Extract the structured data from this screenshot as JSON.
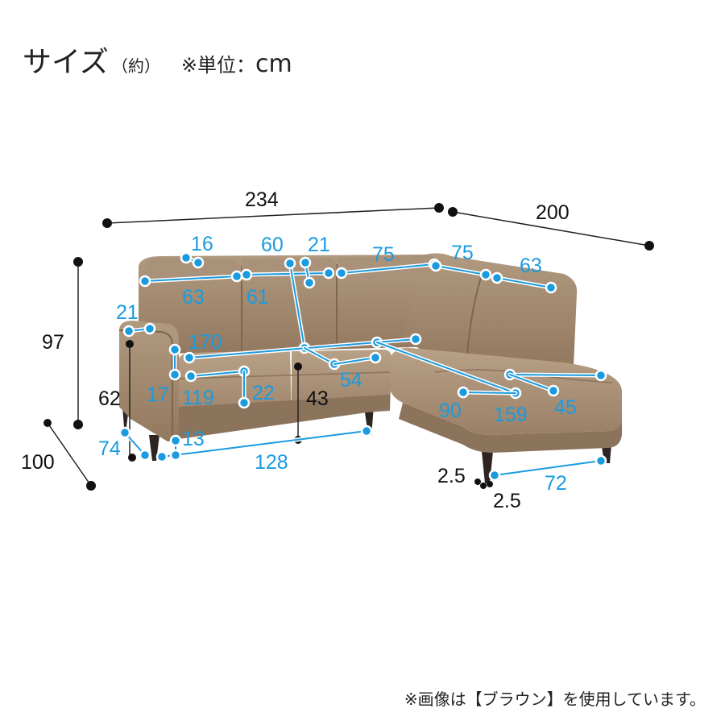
{
  "heading": {
    "title": "サイズ",
    "approx": "（約）",
    "unit_prefix": "※単位：",
    "unit": "cm"
  },
  "footnote": "※画像は【ブラウン】を使用しています。",
  "colors": {
    "dimension_blue": "#1a9be0",
    "dimension_black": "#111111",
    "sofa_fabric": "#a38a70",
    "sofa_shadow": "#7e6650",
    "sofa_leg": "#2e2522"
  },
  "dimensions": {
    "overall_width": "234",
    "overall_side_width": "200",
    "overall_height": "97",
    "overall_depth": "100",
    "headrest_thickness": "16",
    "headrest_width_left": "63",
    "headrest_width_mid": "61",
    "back_height_mid": "60",
    "headrest_gap": "21",
    "back_width_left": "75",
    "back_width_right": "75",
    "headrest_width_right": "63",
    "arm_width": "21",
    "seat_length": "170",
    "arm_height": "17",
    "seat_width": "119",
    "seat_cushion_height": "22",
    "seat_depth": "54",
    "seat_height": "43",
    "arm_floor_height": "62",
    "leg_depth": "74",
    "leg_height": "13",
    "base_width": "128",
    "chaise_depth": "90",
    "chaise_length": "159",
    "chaise_seat_height": "45",
    "chaise_base_width": "72",
    "leg_size_a": "2.5",
    "leg_size_b": "2.5"
  }
}
